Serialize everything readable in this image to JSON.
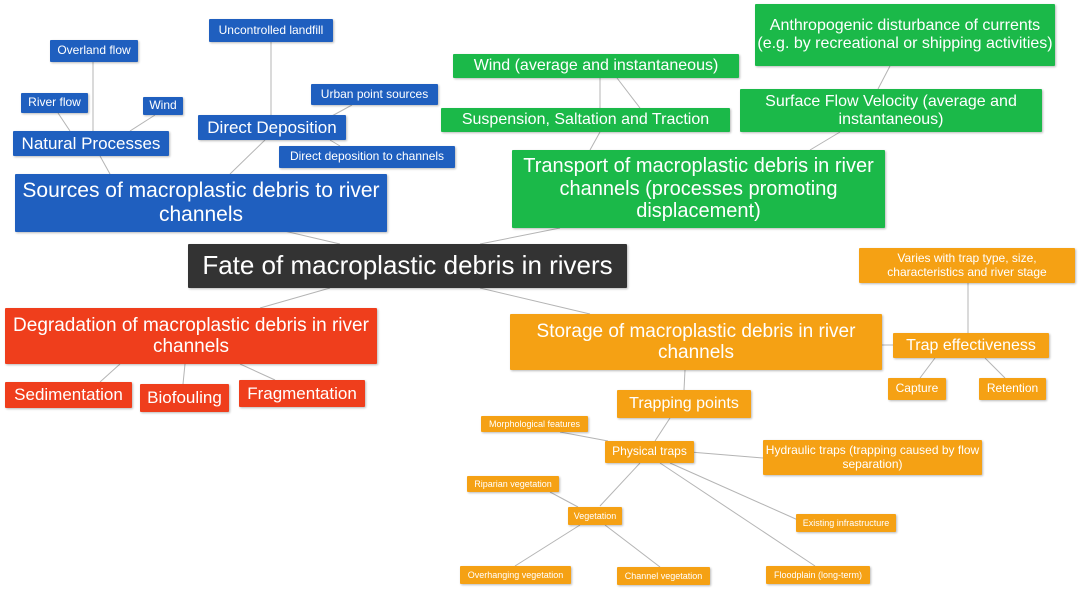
{
  "colors": {
    "blue": "#1f5fbf",
    "green": "#1bb949",
    "orange": "#f5a114",
    "red": "#ef3e1c",
    "dark": "#333333",
    "line": "#b4b4b4"
  },
  "nodes": {
    "center": "Fate of macroplastic debris in rivers",
    "sources": "Sources of macroplastic debris to river channels",
    "natural_processes": "Natural Processes",
    "overland_flow": "Overland flow",
    "river_flow": "River flow",
    "wind_source": "Wind",
    "direct_deposition": "Direct Deposition",
    "uncontrolled_landfill": "Uncontrolled landfill",
    "urban_point_sources": "Urban point sources",
    "direct_deposition_channels": "Direct deposition to channels",
    "transport": "Transport of macroplastic debris in river channels (processes promoting displacement)",
    "wind_transport": "Wind (average and instantaneous)",
    "suspension": "Suspension, Saltation and Traction",
    "surface_flow_velocity": "Surface Flow Velocity (average and instantaneous)",
    "anthropogenic_disturbance": "Anthropogenic disturbance of currents (e.g. by recreational or shipping activities)",
    "degradation": "Degradation of macroplastic debris in river channels",
    "sedimentation": "Sedimentation",
    "biofouling": "Biofouling",
    "fragmentation": "Fragmentation",
    "storage": "Storage of macroplastic debris in river channels",
    "trap_effectiveness": "Trap effectiveness",
    "varies_with_trap": "Varies with trap type, size, characteristics and river stage",
    "capture": "Capture",
    "retention": "Retention",
    "trapping_points": "Trapping points",
    "physical_traps": "Physical traps",
    "morphological_features": "Morphological features",
    "hydraulic_traps": "Hydraulic traps (trapping caused by flow separation)",
    "riparian_vegetation": "Riparian vegetation",
    "vegetation": "Vegetation",
    "existing_infrastructure": "Existing infrastructure",
    "overhanging_vegetation": "Overhanging vegetation",
    "channel_vegetation": "Channel vegetation",
    "floodplain": "Floodplain (long-term)"
  }
}
